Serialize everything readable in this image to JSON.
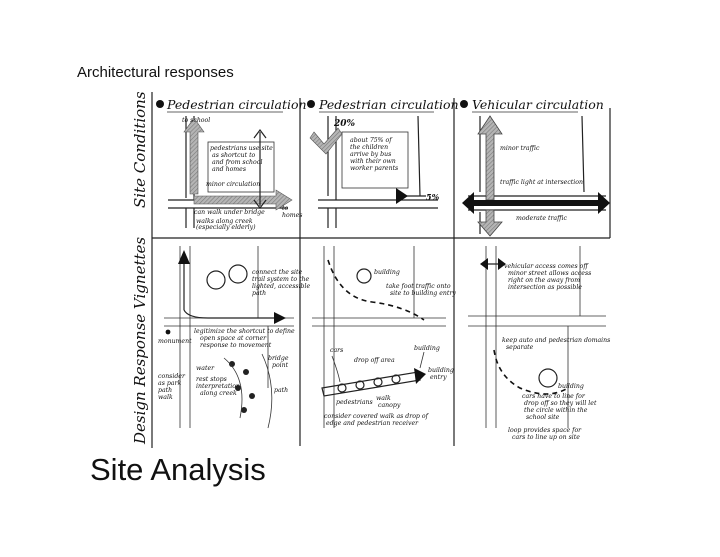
{
  "page": {
    "subtitle": "Architectural responses",
    "title": "Site Analysis"
  },
  "diagram": {
    "row_headers": [
      "Site Conditions",
      "Design Response Vignettes"
    ],
    "columns": [
      {
        "header": "Pedestrian circulation",
        "conditions": {
          "to_school": "to school",
          "note_main_1": "pedestrians use site",
          "note_main_2": "as shortcut to",
          "note_main_3": "and from school",
          "note_main_4": "and homes",
          "minor": "minor circulation",
          "bridge": "can walk under bridge",
          "walk": "walks along creek",
          "walk2": "(especially elderly)",
          "to_homes": "to",
          "to_homes2": "homes"
        },
        "response": {
          "connect_1": "connect the site",
          "connect_2": "trail system to the",
          "connect_3": "lighted, accessible",
          "connect_4": "path",
          "legitimize_1": "legitimize the shortcut to define",
          "legitimize_2": "open space at corner",
          "legitimize_3": "response to movement",
          "monument": "monument",
          "water": "water",
          "bridge": "bridge",
          "point": "point",
          "path": "path",
          "consider_1": "consider",
          "consider_2": "as park",
          "consider_3": "path",
          "consider_4": "walk",
          "rest_1": "rest stops",
          "rest_2": "interpretation",
          "rest_3": "along creek"
        }
      },
      {
        "header": "Pedestrian circulation",
        "conditions": {
          "percent_top": "20%",
          "about_1": "about 75% of",
          "about_2": "the children",
          "about_3": "arrive by bus",
          "about_4": "with their own",
          "about_5": "worker parents",
          "percent_side": "5%"
        },
        "response": {
          "building": "building",
          "take_1": "take foot traffic onto",
          "take_2": "site to building entry",
          "cars": "cars",
          "drop": "drop off area",
          "building2": "building",
          "entry_1": "building",
          "entry_2": "entry",
          "pedestrians": "pedestrians",
          "canopy_1": "walk",
          "canopy_2": "canopy",
          "cover_1": "consider covered walk as drop of",
          "cover_2": "edge and pedestrian receiver"
        }
      },
      {
        "header": "Vehicular circulation",
        "conditions": {
          "minor": "minor traffic",
          "light": "traffic light at intersection",
          "moderate": "moderate traffic"
        },
        "response": {
          "veh_1": "vehicular access comes off",
          "veh_2": "minor street allows access",
          "veh_3": "right on the away from",
          "veh_4": "intersection as possible",
          "keep_1": "keep auto and pedestrian domains",
          "keep_2": "separate",
          "build_1": "building",
          "cars_1": "cars have to line for",
          "cars_2": "drop off so they will let",
          "cars_3": "the circle within the",
          "cars_4": "school site",
          "loop_1": "loop provides space for",
          "loop_2": "cars to line up on site"
        }
      }
    ]
  }
}
